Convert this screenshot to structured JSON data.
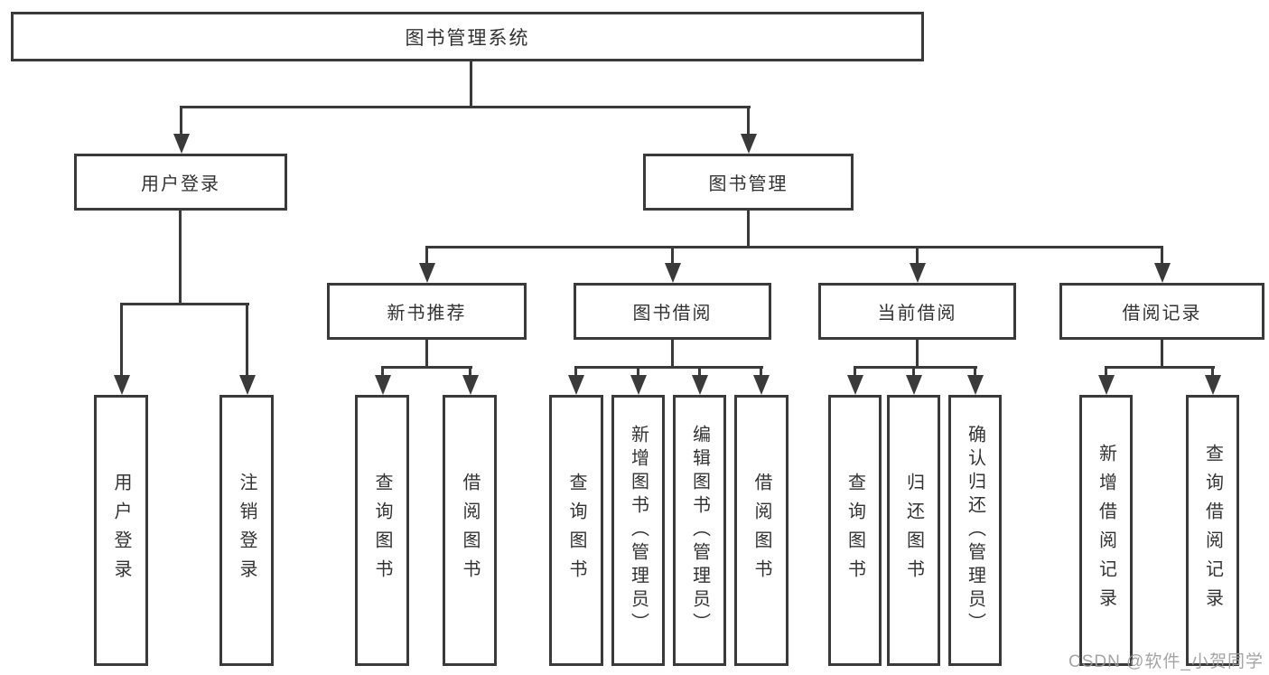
{
  "tree": {
    "label": "图书管理系统",
    "children": [
      {
        "label": "用户登录",
        "children": [
          {
            "label": "用户登录"
          },
          {
            "label": "注销登录"
          }
        ]
      },
      {
        "label": "图书管理",
        "children": [
          {
            "label": "新书推荐",
            "children": [
              {
                "label": "查询图书"
              },
              {
                "label": "借阅图书"
              }
            ]
          },
          {
            "label": "图书借阅",
            "children": [
              {
                "label": "查询图书"
              },
              {
                "label": "新增图书（管理员）"
              },
              {
                "label": "编辑图书（管理员）"
              },
              {
                "label": "借阅图书"
              }
            ]
          },
          {
            "label": "当前借阅",
            "children": [
              {
                "label": "查询图书"
              },
              {
                "label": "归还图书"
              },
              {
                "label": "确认归还（管理员）"
              }
            ]
          },
          {
            "label": "借阅记录",
            "children": [
              {
                "label": "新增借阅记录"
              },
              {
                "label": "查询借阅记录"
              }
            ]
          }
        ]
      }
    ]
  },
  "watermark": {
    "text": "CSDN @软件_小贺同学"
  },
  "colors": {
    "line": "#3a3a3a",
    "text": "#333333",
    "watermark": "#9b9b9b",
    "background": "#ffffff"
  }
}
